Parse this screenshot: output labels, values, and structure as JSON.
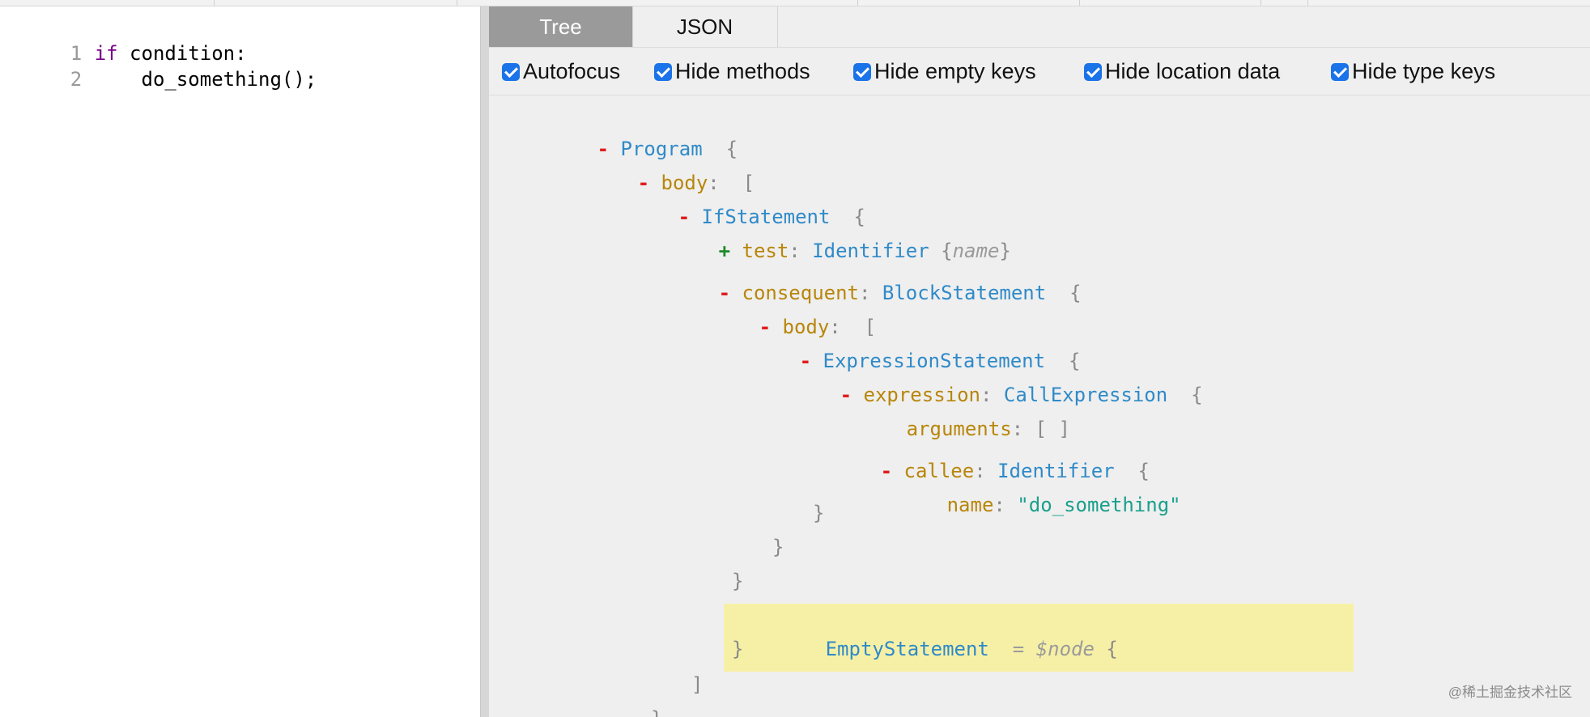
{
  "editor": {
    "lines": [
      {
        "number": "1",
        "keyword": "if",
        "text": " condition:"
      },
      {
        "number": "2",
        "keyword": "",
        "text": "    do_something();"
      }
    ]
  },
  "tabs": [
    {
      "label": "Tree",
      "active": true
    },
    {
      "label": "JSON",
      "active": false
    }
  ],
  "options": [
    {
      "label": "Autofocus",
      "checked": true
    },
    {
      "label": "Hide methods",
      "checked": true
    },
    {
      "label": "Hide empty keys",
      "checked": true
    },
    {
      "label": "Hide location data",
      "checked": true
    },
    {
      "label": "Hide type keys",
      "checked": true
    }
  ],
  "tree": {
    "program": {
      "toggle": "-",
      "type": "Program",
      "brace": "{"
    },
    "program_body": {
      "toggle": "-",
      "key": "body",
      "colon": ":",
      "bracket": "["
    },
    "if_statement": {
      "toggle": "-",
      "type": "IfStatement",
      "brace": "{"
    },
    "test": {
      "toggle": "+",
      "key": "test",
      "colon": ":",
      "type": "Identifier",
      "summary_open": "{",
      "summary": "name",
      "summary_close": "}"
    },
    "consequent": {
      "toggle": "-",
      "key": "consequent",
      "colon": ":",
      "type": "BlockStatement",
      "brace": "{"
    },
    "consequent_body": {
      "toggle": "-",
      "key": "body",
      "colon": ":",
      "bracket": "["
    },
    "expression_statement": {
      "toggle": "-",
      "type": "ExpressionStatement",
      "brace": "{"
    },
    "expression": {
      "toggle": "-",
      "key": "expression",
      "colon": ":",
      "type": "CallExpression",
      "brace": "{"
    },
    "arguments": {
      "key": "arguments",
      "colon": ":",
      "value": "[ ]"
    },
    "callee": {
      "toggle": "-",
      "key": "callee",
      "colon": ":",
      "type": "Identifier",
      "brace": "{"
    },
    "name": {
      "key": "name",
      "colon": ":",
      "value": "\"do_something\""
    },
    "close_callee": "}",
    "close_expression": "}",
    "close_expression_statement": "}",
    "empty_statement": {
      "type": "EmptyStatement",
      "hint": "= $node",
      "brace": "{",
      "close": "}"
    },
    "close_consequent_body": "]",
    "close_consequent": "}"
  },
  "watermark": "@稀土掘金技术社区",
  "colors": {
    "type": "#2f8ac8",
    "key": "#b8860b",
    "string": "#1aa08c",
    "minus": "#e11d1d",
    "plus": "#1d8a2a",
    "highlight": "#f6f0a6",
    "active_tab": "#9a9a9a",
    "checkbox": "#1a73e8"
  }
}
